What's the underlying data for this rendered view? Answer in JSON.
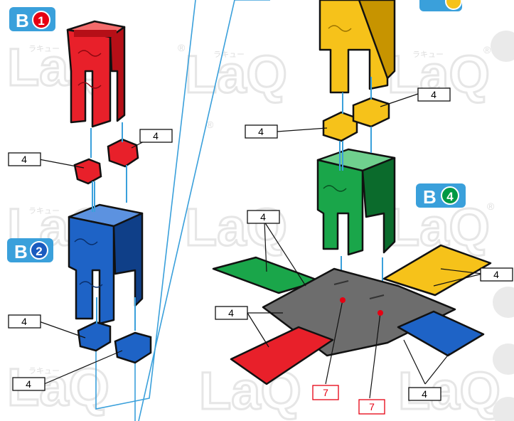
{
  "step_badges": [
    {
      "letter": "B",
      "number": "1",
      "color": "#e60012"
    },
    {
      "letter": "B",
      "number": "2",
      "color": "#1a5bbf"
    },
    {
      "letter": "B",
      "number": "4",
      "color": "#009944"
    }
  ],
  "piece_counts": {
    "left_joint_1": "4",
    "left_joint_2": "4",
    "left_foot_1": "4",
    "left_foot_2": "4",
    "right_joint_1": "4",
    "right_joint_2": "4",
    "base_arm_green": "4",
    "base_arm_yellow": "4",
    "base_arm_red": "4",
    "base_arm_blue": "4",
    "base_pin_1": "7",
    "base_pin_2": "7"
  },
  "watermark": {
    "brand": "LaQ",
    "kana": "ラキュー",
    "mark": "®"
  },
  "colors": {
    "badge_bg": "#3aa0db",
    "red": "#e8202a",
    "blue": "#1e63c6",
    "yellow": "#f6c21a",
    "green": "#1aa64a",
    "gray": "#6d6d6d",
    "guide_line": "#3aa0db",
    "pin_label": "#e60012"
  }
}
